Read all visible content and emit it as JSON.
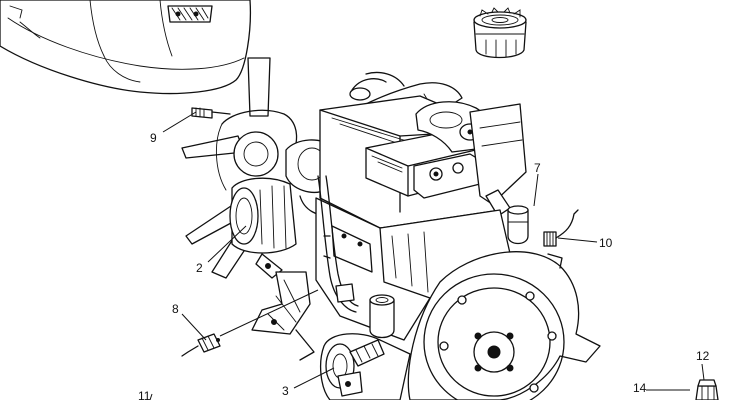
{
  "callouts": {
    "c2": "2",
    "c3": "3",
    "c7": "7",
    "c8": "8",
    "c9": "9",
    "c10": "10",
    "c11": "11",
    "c12": "12",
    "c14": "14"
  },
  "colors": {
    "line": "#111111",
    "background": "#ffffff"
  }
}
